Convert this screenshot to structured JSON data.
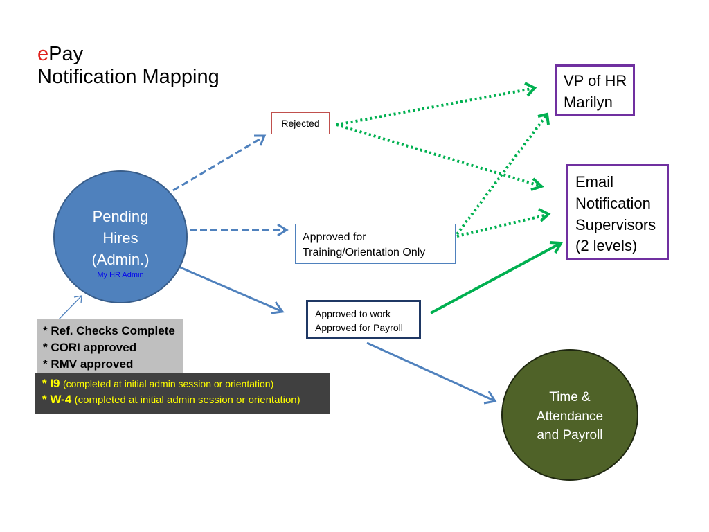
{
  "title": {
    "prefix": "e",
    "app": "Pay",
    "subtitle": "Notification Mapping"
  },
  "colors": {
    "accent_red": "#e0201c",
    "blue_flow": "#4f81bd",
    "green_flow": "#00b050",
    "purple_box": "#7030a0",
    "pending_fill": "#4f81bd",
    "time_fill": "#4f6228"
  },
  "nodes": {
    "pending": {
      "line1": "Pending",
      "line2": "Hires",
      "line3": "(Admin.)",
      "link": "My HR Admin"
    },
    "rejected": {
      "label": "Rejected"
    },
    "training": {
      "line1": "Approved for",
      "line2": "Training/Orientation Only"
    },
    "work": {
      "line1": "Approved to work",
      "line2": "Approved for Payroll"
    },
    "vp": {
      "line1": "VP of HR",
      "line2": "Marilyn"
    },
    "email": {
      "line1": "Email",
      "line2": "Notification",
      "line3": "Supervisors",
      "line4": "(2 levels)"
    },
    "time": {
      "line1": "Time &",
      "line2": "Attendance",
      "line3": "and Payroll"
    }
  },
  "requirements": {
    "checks": [
      "* Ref. Checks Complete",
      "* CORI approved",
      "* RMV approved"
    ],
    "forms": [
      {
        "label": "* I9",
        "note": "(completed at initial admin session or orientation)"
      },
      {
        "label": "* W-4",
        "note": "(completed at initial admin session or orientation)"
      }
    ]
  }
}
